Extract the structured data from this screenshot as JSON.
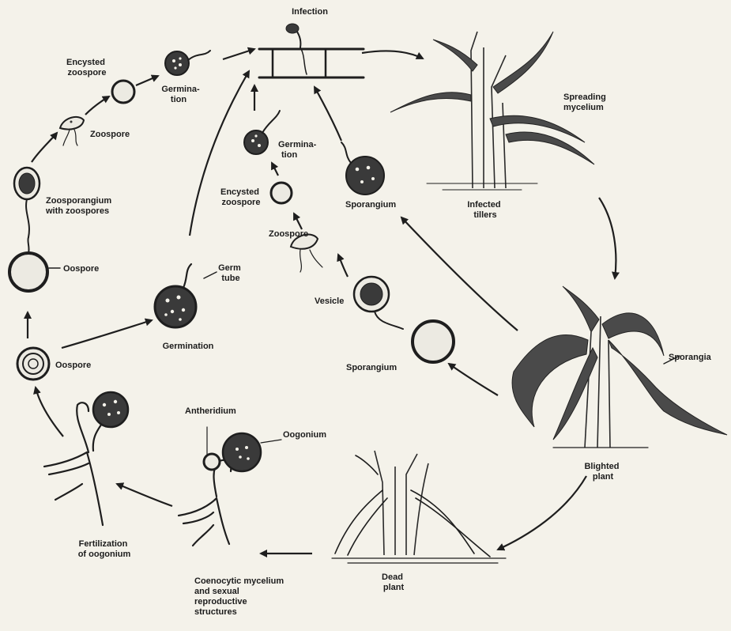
{
  "labels": {
    "infection": "Infection",
    "encysted_top": [
      "Encysted",
      "zoospore"
    ],
    "germination_top": [
      "Germina-",
      "tion"
    ],
    "zoospore_left": "Zoospore",
    "zoosporangium": [
      "Zoosporangium",
      "with zoospores"
    ],
    "oospore_upper": "Oospore",
    "oospore_lower": "Oospore",
    "germ_tube": [
      "Germ",
      "tube"
    ],
    "germination_mid": "Germination",
    "germination_center": [
      "Germina-",
      "tion"
    ],
    "encysted_center": [
      "Encysted",
      "zoospore"
    ],
    "zoospore_center": "Zoospore",
    "sporangium_upper": "Sporangium",
    "vesicle": "Vesicle",
    "sporangium_lower": "Sporangium",
    "spreading_mycelium": [
      "Spreading",
      "mycelium"
    ],
    "infected_tillers": [
      "Infected",
      "tillers"
    ],
    "sporangia": "Sporangia",
    "blighted_plant": [
      "Blighted",
      "plant"
    ],
    "dead_plant": [
      "Dead",
      "plant"
    ],
    "antheridium": "Antheridium",
    "oogonium": "Oogonium",
    "fertilization": [
      "Fertilization",
      "of oogonium"
    ],
    "coenocytic": [
      "Coenocytic mycelium",
      "and sexual",
      "reproductive",
      "structures"
    ]
  }
}
